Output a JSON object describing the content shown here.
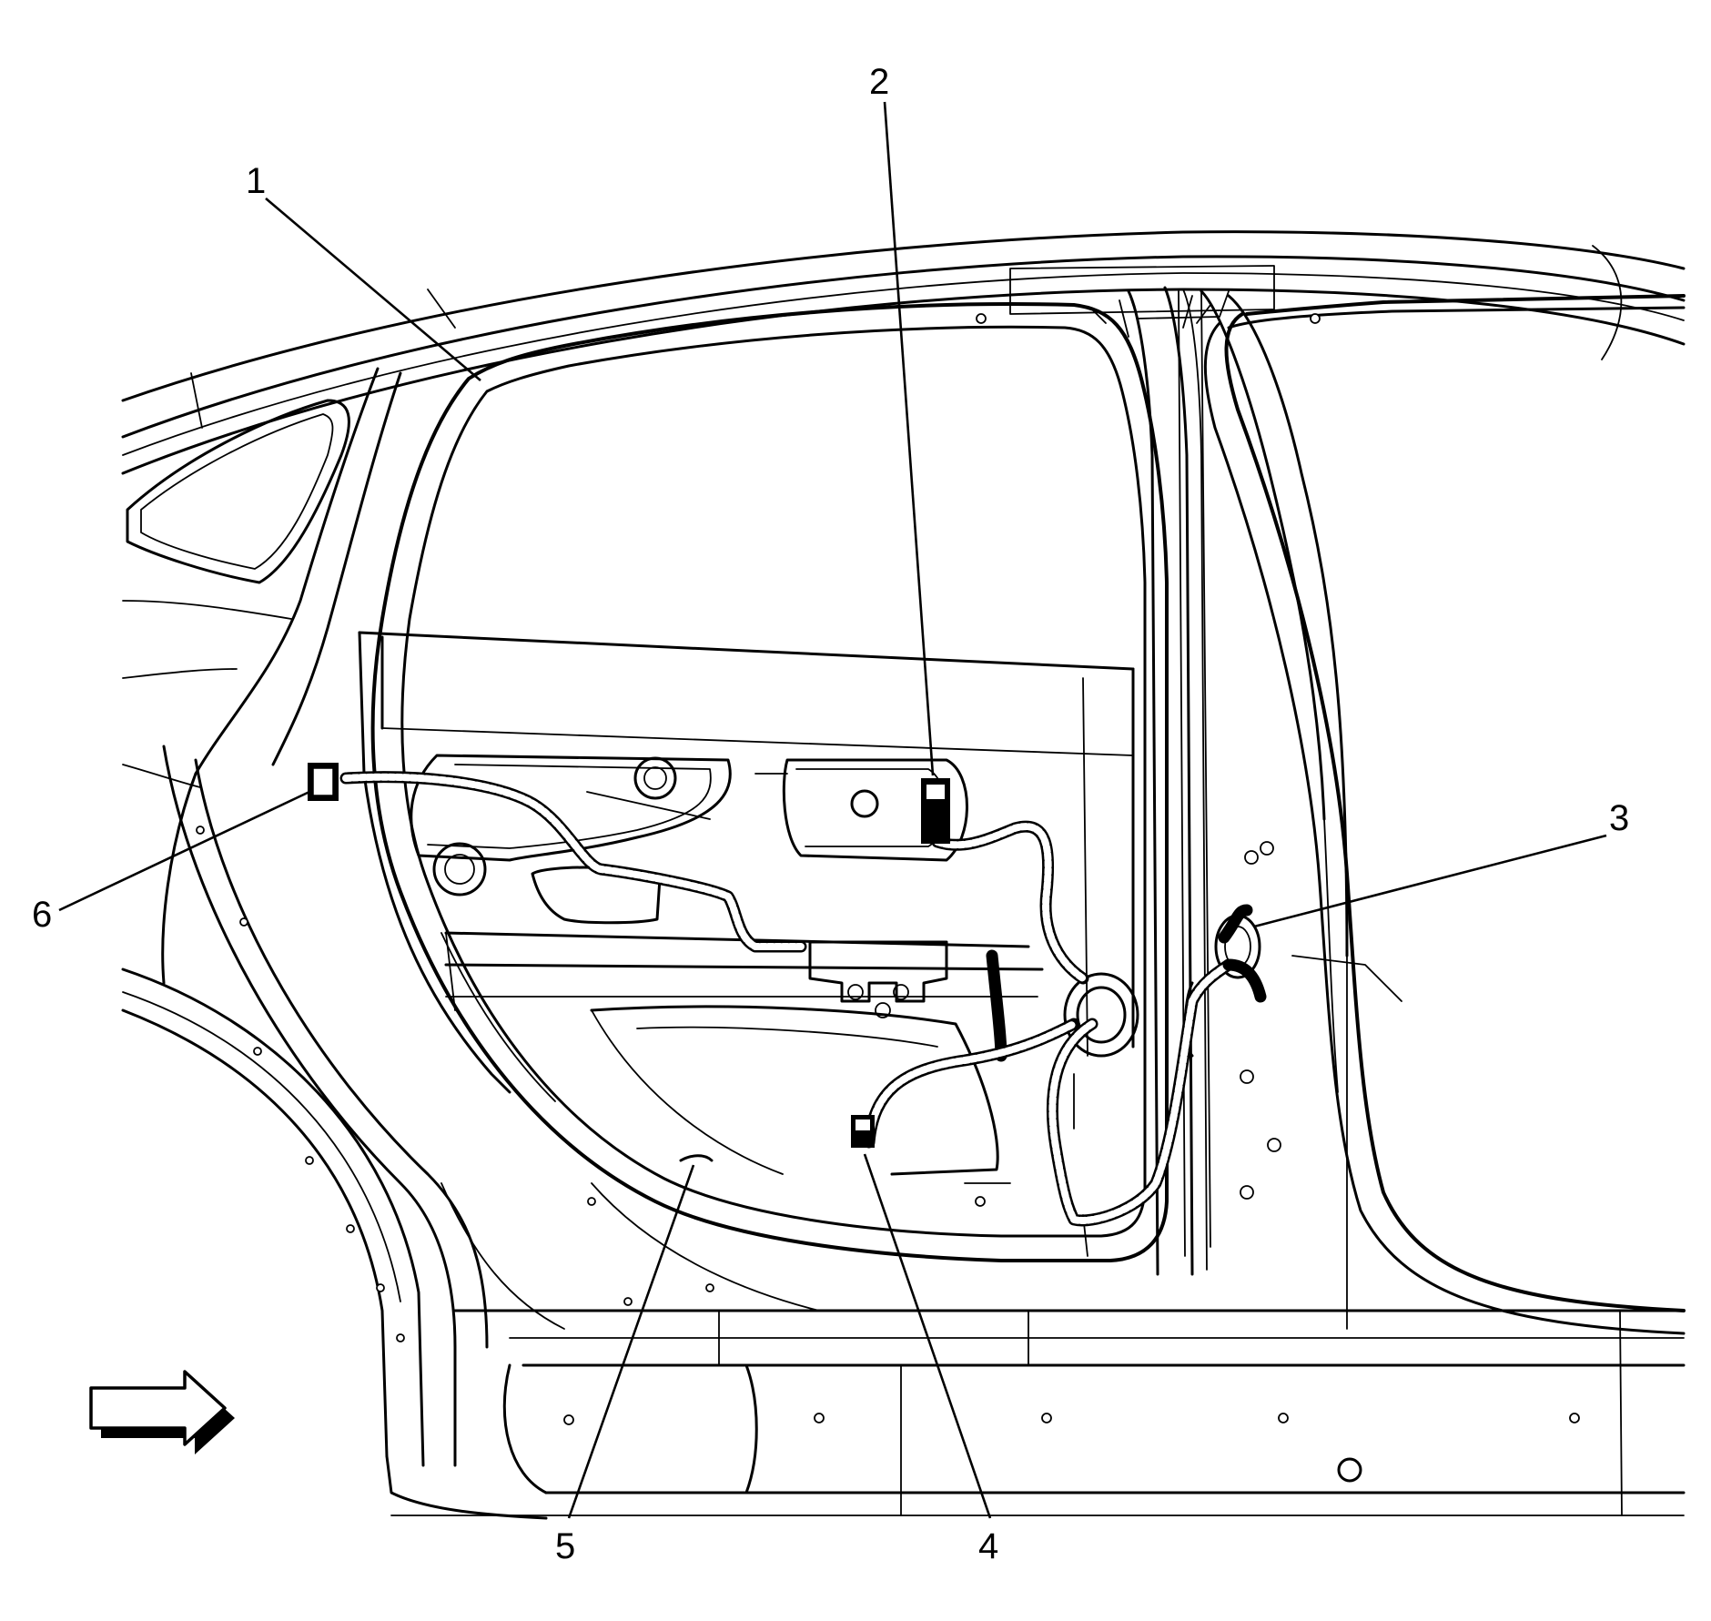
{
  "callouts": [
    {
      "id": "1",
      "label": "1",
      "part": "rear-door-opening"
    },
    {
      "id": "2",
      "label": "2",
      "part": "door-module-connector"
    },
    {
      "id": "3",
      "label": "3",
      "part": "harness-grommet"
    },
    {
      "id": "4",
      "label": "4",
      "part": "harness-connector-lower"
    },
    {
      "id": "5",
      "label": "5",
      "part": "harness-retainer"
    },
    {
      "id": "6",
      "label": "6",
      "part": "door-lock-connector"
    }
  ],
  "icons": {
    "direction_arrow": "arrow-right-icon"
  }
}
